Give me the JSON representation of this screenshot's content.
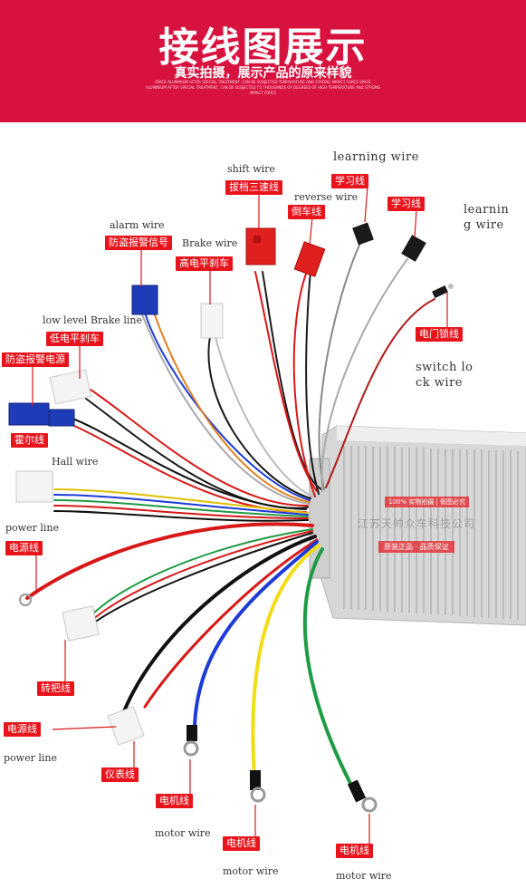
{
  "banner": {
    "title": "接线图展示",
    "subtitle": "真实拍摄，展示产品的原来样貌",
    "fine_print": "Space aluminium after special treatment, can be subjected temperature and strong impact force space aluminium after special treatment, can be subjected to thousands of degrees of high temperature and strong impact force"
  },
  "labels": {
    "learning_wire_en_1": "learning wire",
    "learning_wire_cn_1": "学习线",
    "learning_wire_cn_2": "学习线",
    "learning_wire_en_2a": "learnin",
    "learning_wire_en_2b": "g wire",
    "shift_wire_en": "shift wire",
    "shift_wire_cn": "拔档三速线",
    "reverse_wire_en": "reverse wire",
    "reverse_wire_cn": "倒车线",
    "alarm_wire_en": "alarm wire",
    "alarm_wire_cn": "防盗报警信号",
    "brake_wire_en": "Brake wire",
    "brake_wire_cn": "高电平刹车",
    "low_brake_en": "low level Brake line",
    "low_brake_cn": "低电平刹车",
    "alarm_power_cn": "防盗报警电源",
    "door_lock_cn": "电门锁线",
    "switch_lock_en_a": "switch lo",
    "switch_lock_en_b": "ck wire",
    "hall_cn": "霍尔线",
    "hall_en": "Hall wire",
    "power_line_en_1": "power line",
    "power_line_cn_1": "电源线",
    "throttle_cn": "转把线",
    "power_line_cn_2": "电源线",
    "power_line_en_2": "power line",
    "meter_cn": "仪表线",
    "motor_cn_1": "电机线",
    "motor_en_1": "motor wire",
    "motor_cn_2": "电机线",
    "motor_en_2": "motor wire",
    "motor_cn_3": "电机线",
    "motor_en_3": "motor wire"
  },
  "controller": {
    "brand_text": "江苏天帅众车科技公司",
    "tag_1": "100%  实物拍摄 | 假图必究",
    "tag_2": "原装正品 · 品质保证"
  },
  "colors": {
    "banner": "#d8123f",
    "label_bg": "#e8141c",
    "wire_red": "#d81818",
    "wire_black": "#111111",
    "wire_blue": "#1d3bd6",
    "wire_yellow": "#f2dc12",
    "wire_green": "#1f9a45",
    "connector_blue": "#1e3bb8",
    "connector_red": "#e0201e",
    "connector_white": "#f4f4f4"
  }
}
